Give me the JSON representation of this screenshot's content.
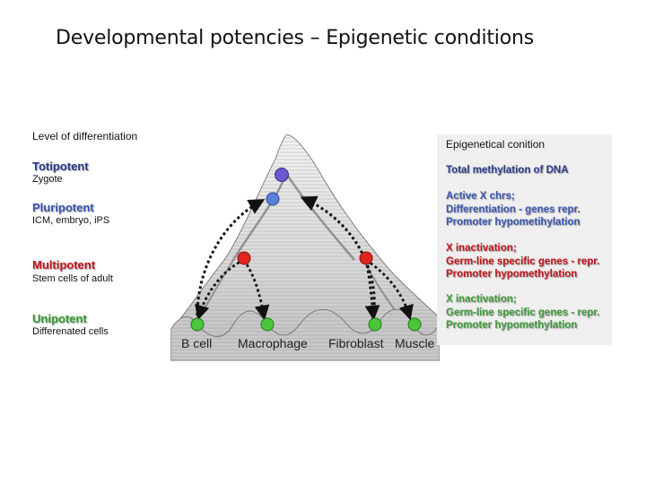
{
  "title": "Developmental potencies – Epigenetic conditions",
  "left_header": "Level of differentiation",
  "levels": [
    {
      "name": "Totipotent",
      "desc": "Zygote",
      "color": "#2d3b8c"
    },
    {
      "name": "Pluripotent",
      "desc": "ICM, embryo, iPS",
      "color": "#3a55b0"
    },
    {
      "name": "Multipotent",
      "desc": "Stem cells of adult",
      "color": "#c0141a"
    },
    {
      "name": "Unipotent",
      "desc": "Differenated cells",
      "color": "#2f9a2a"
    }
  ],
  "cell_types": [
    "B cell",
    "Macrophage",
    "Fibroblast",
    "Muscle"
  ],
  "node_colors": {
    "totipotent": "#6a5acd",
    "pluripotent": "#5b7fd6",
    "multipotent": "#e0261f",
    "unipotent": "#4cc63a"
  },
  "right_panel": {
    "header": "Epigenetical  conition",
    "items": [
      {
        "lines": [
          "Total methylation of DNA"
        ],
        "color": "#2d3b8c"
      },
      {
        "lines": [
          "Active X chrs;",
          "Differentiation - genes repr.",
          "Promoter hypometihylation"
        ],
        "color": "#3a55b0"
      },
      {
        "lines": [
          "X inactivation;",
          "Germ-line specific genes - repr.",
          "Promoter hypomethylation"
        ],
        "color": "#c0141a"
      },
      {
        "lines": [
          "X inactivation;",
          "Germ-line specific genes - repr.",
          "Promoter hypomethylation"
        ],
        "color": "#3f9a3a"
      }
    ]
  }
}
